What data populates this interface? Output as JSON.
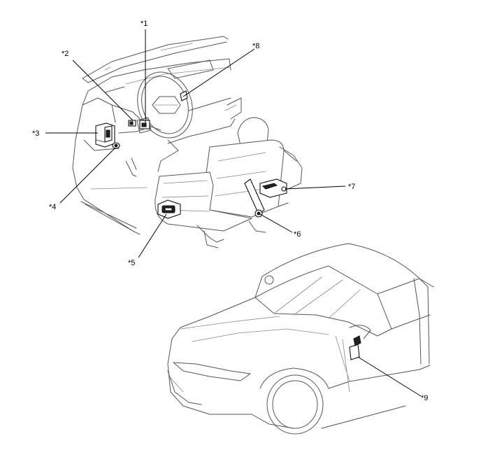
{
  "callouts": [
    {
      "id": "c1",
      "label": "*1"
    },
    {
      "id": "c2",
      "label": "*2"
    },
    {
      "id": "c3",
      "label": "*3"
    },
    {
      "id": "c4",
      "label": "*4"
    },
    {
      "id": "c5",
      "label": "*5"
    },
    {
      "id": "c6",
      "label": "*6"
    },
    {
      "id": "c7",
      "label": "*7"
    },
    {
      "id": "c8",
      "label": "*8"
    },
    {
      "id": "c9",
      "label": "*9"
    }
  ]
}
